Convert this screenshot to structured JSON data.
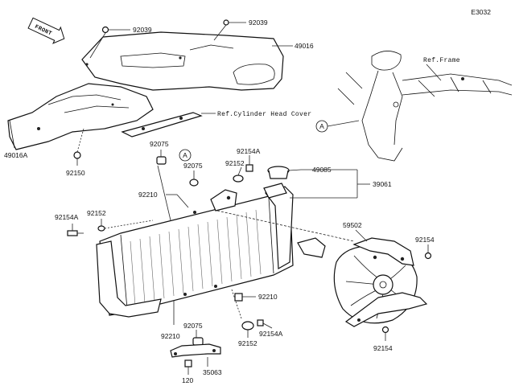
{
  "diagram": {
    "code": "E3032",
    "front_label": "FRONT",
    "ref_frame": "Ref.Frame",
    "ref_cylinder": "Ref.Cylinder Head Cover",
    "callout_a": "A",
    "parts": {
      "p92039_a": "92039",
      "p92039_b": "92039",
      "p49016": "49016",
      "p49016A": "49016A",
      "p92150": "92150",
      "p92075_top": "92075",
      "p92075_mid": "92075",
      "p92154A_top": "92154A",
      "p92152_top": "92152",
      "p49085": "49085",
      "p39061": "39061",
      "p92210_top": "92210",
      "p92154A_left": "92154A",
      "p92152_left": "92152",
      "p59502": "59502",
      "p92154_right": "92154",
      "p92210_mid": "92210",
      "p92210_bot": "92210",
      "p92075_bot": "92075",
      "p92154A_bot": "92154A",
      "p92152_bot": "92152",
      "p92154_bot": "92154",
      "p35063": "35063",
      "p120": "120"
    }
  }
}
